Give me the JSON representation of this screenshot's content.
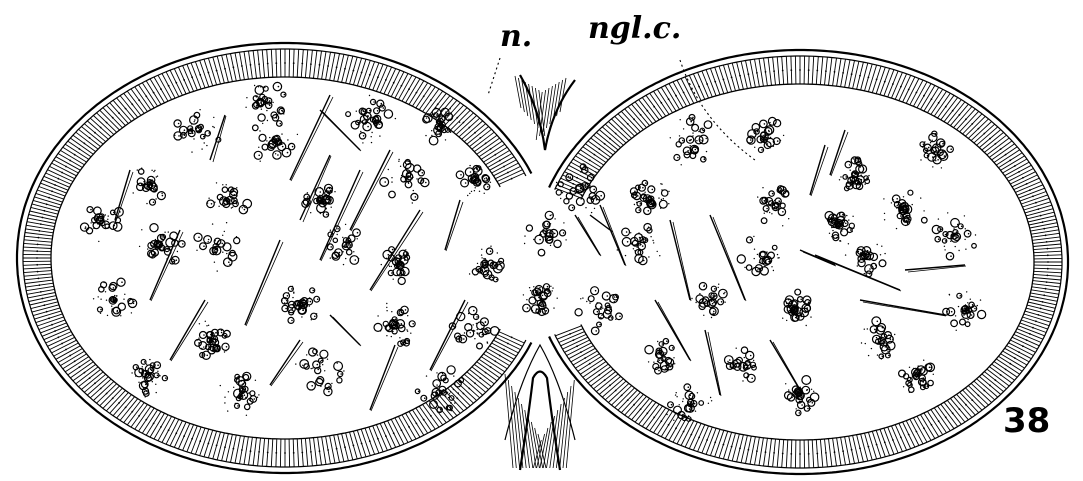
{
  "figure": {
    "labels": {
      "nucleus": "n.",
      "nucleus_glandular_cell": "ngl.c.",
      "figure_number": "38"
    },
    "colors": {
      "ink": "#000000",
      "paper": "#ffffff"
    }
  }
}
